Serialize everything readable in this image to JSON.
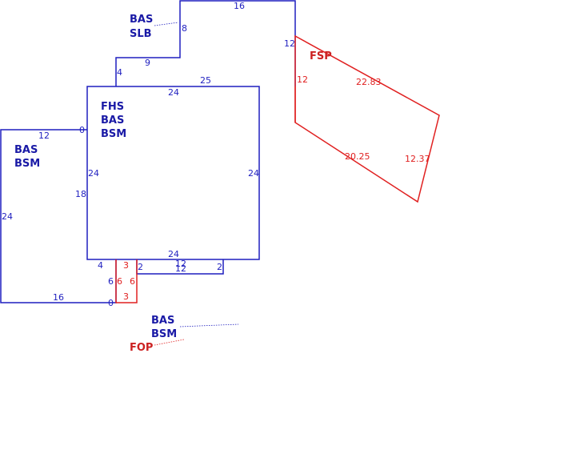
{
  "colors": {
    "blue": "#1f1fbf",
    "red": "#e02020",
    "label_blue": "#1a1aa6",
    "label_red": "#cc2222"
  },
  "labels": {
    "bas_slb": [
      "BAS",
      "SLB"
    ],
    "fhs_bas_bsm": [
      "FHS",
      "BAS",
      "BSM"
    ],
    "bas_bsm_left": [
      "BAS",
      "BSM"
    ],
    "fsp": "FSP",
    "bas_bsm_bottom": [
      "BAS",
      "BSM"
    ],
    "fop": "FOP"
  },
  "dimensions": {
    "top_16": "16",
    "top_8": "8",
    "top_12": "12",
    "top_9": "9",
    "top_4": "4",
    "top_25": "25",
    "main_top_24": "24",
    "main_right_24": "24",
    "main_left_24": "24",
    "main_bottom_24": "24",
    "left_12": "12",
    "left_0_top": "0",
    "left_24": "24",
    "left_18": "18",
    "left_16": "16",
    "left_0_bottom": "0",
    "left_4": "4",
    "left_6": "6",
    "step_2_left": "2",
    "step_12_top": "12",
    "step_12_bottom": "12",
    "step_2_right": "2",
    "fsp_12": "12",
    "fsp_22_83": "22.83",
    "fsp_12_37": "12.37",
    "fsp_20_25": "20.25",
    "fop_3_top": "3",
    "fop_6_left": "6",
    "fop_6_right": "6",
    "fop_3_bottom": "3"
  }
}
